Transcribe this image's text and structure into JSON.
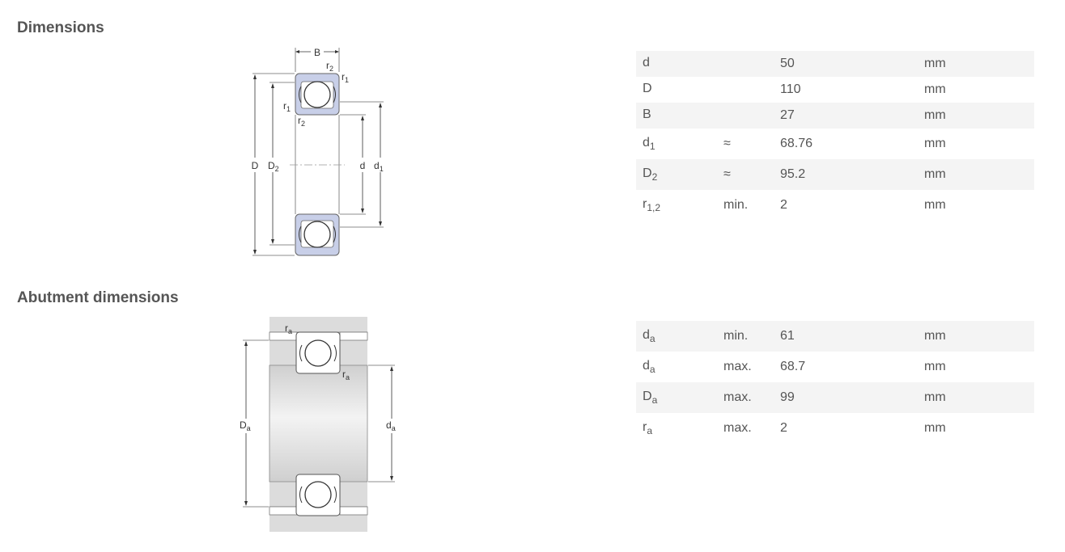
{
  "sections": {
    "dimensions_title": "Dimensions",
    "abutment_title": "Abutment dimensions"
  },
  "dimensions": [
    {
      "base": "d",
      "sub": "",
      "qualifier": "",
      "value": "50",
      "unit": "mm"
    },
    {
      "base": "D",
      "sub": "",
      "qualifier": "",
      "value": "110",
      "unit": "mm"
    },
    {
      "base": "B",
      "sub": "",
      "qualifier": "",
      "value": "27",
      "unit": "mm"
    },
    {
      "base": "d",
      "sub": "1",
      "qualifier": "≈",
      "value": "68.76",
      "unit": "mm"
    },
    {
      "base": "D",
      "sub": "2",
      "qualifier": "≈",
      "value": "95.2",
      "unit": "mm"
    },
    {
      "base": "r",
      "sub": "1,2",
      "qualifier": "min.",
      "value": "2",
      "unit": "mm"
    }
  ],
  "abutment": [
    {
      "base": "d",
      "sub": "a",
      "qualifier": "min.",
      "value": "61",
      "unit": "mm"
    },
    {
      "base": "d",
      "sub": "a",
      "qualifier": "max.",
      "value": "68.7",
      "unit": "mm"
    },
    {
      "base": "D",
      "sub": "a",
      "qualifier": "max.",
      "value": "99",
      "unit": "mm"
    },
    {
      "base": "r",
      "sub": "a",
      "qualifier": "max.",
      "value": "2",
      "unit": "mm"
    }
  ],
  "diagram1": {
    "label_b": "B",
    "label_r": "r",
    "sub_1": "1",
    "sub_2": "2",
    "label_D": "D",
    "label_d": "d"
  },
  "diagram2": {
    "label_r": "r",
    "sub_a": "a",
    "label_D": "D",
    "label_d": "d"
  },
  "colors": {
    "bearing_fill": "#c8cfe8",
    "housing_fill": "#dcdcdc",
    "row_shade": "#f4f4f4",
    "text": "#555555"
  }
}
